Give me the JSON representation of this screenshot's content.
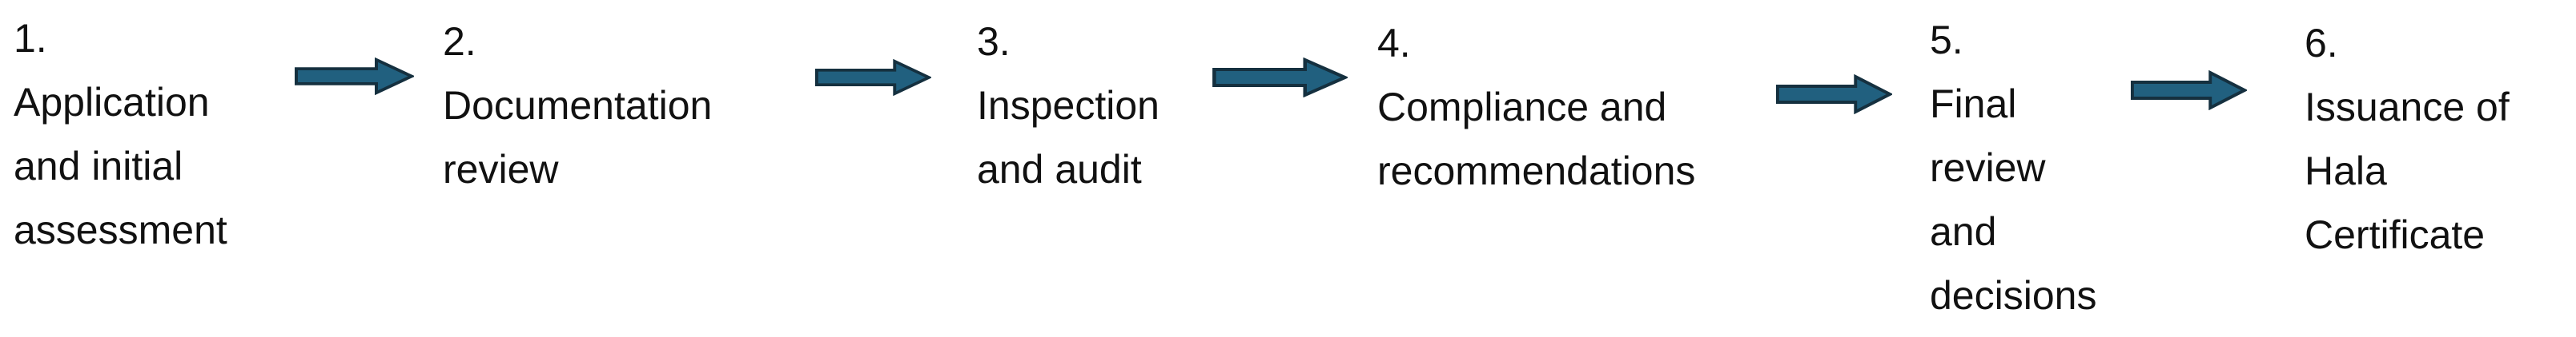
{
  "page": {
    "background_color": "#ffffff",
    "text_color": "#111111"
  },
  "flow": {
    "arrow_fill": "#21607f",
    "arrow_outline": "#15303f",
    "steps": [
      {
        "number": "1.",
        "label": "Application\nand initial\nassessment"
      },
      {
        "number": "2.",
        "label": "Documentation\nreview"
      },
      {
        "number": "3.",
        "label": "Inspection\nand audit"
      },
      {
        "number": "4.",
        "label": "Compliance and\nrecommendations"
      },
      {
        "number": "5.",
        "label": "Final\nreview\nand\ndecisions"
      },
      {
        "number": "6.",
        "label": "Issuance of\nHala\nCertificate"
      }
    ]
  }
}
